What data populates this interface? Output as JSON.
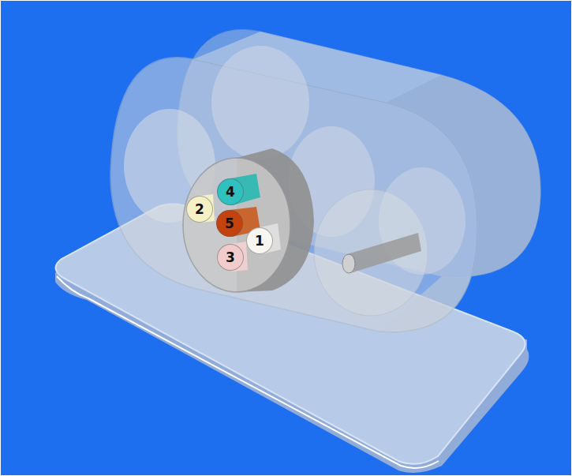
{
  "diagram": {
    "nodes": [
      {
        "text": [
          "4"
        ]
      },
      {
        "text": [
          "2"
        ]
      },
      {
        "text": [
          "5"
        ]
      },
      {
        "text": [
          "1"
        ]
      },
      {
        "text": [
          "3"
        ]
      }
    ]
  }
}
